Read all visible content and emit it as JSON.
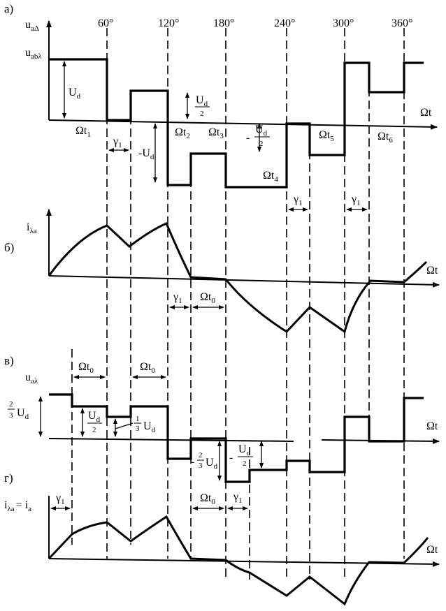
{
  "sections": {
    "a": "а)",
    "b": "б)",
    "v": "в)",
    "g": "г)"
  },
  "degrees": [
    "60°",
    "120°",
    "180°",
    "240°",
    "300°",
    "360°"
  ],
  "axis_label": "Ωt",
  "labels": {
    "u_a_delta": "u",
    "u_a_delta_sub": "aΔ",
    "u_ab_lambda": "u",
    "u_ab_lambda_sub": "abλ",
    "U": "U",
    "d": "d",
    "minus_U": "-U",
    "minus": "-",
    "two": "2",
    "three": "3",
    "one": "1",
    "gamma": "γ",
    "gamma_sub": "1",
    "omega_t": "Ωt",
    "i_lambda_a": "i",
    "i_lambda_a_sub": "λa",
    "u_a_lambda": "u",
    "u_a_lambda_sub": "aλ",
    "i_eq": "i",
    "i_eq_sub": "λa",
    "i_eq_rhs": "= i",
    "i_eq_rhs_sub": "a",
    "t1": "1",
    "t2": "2",
    "t3": "3",
    "t4": "4",
    "t5": "5",
    "t6": "6",
    "t0": "0"
  }
}
